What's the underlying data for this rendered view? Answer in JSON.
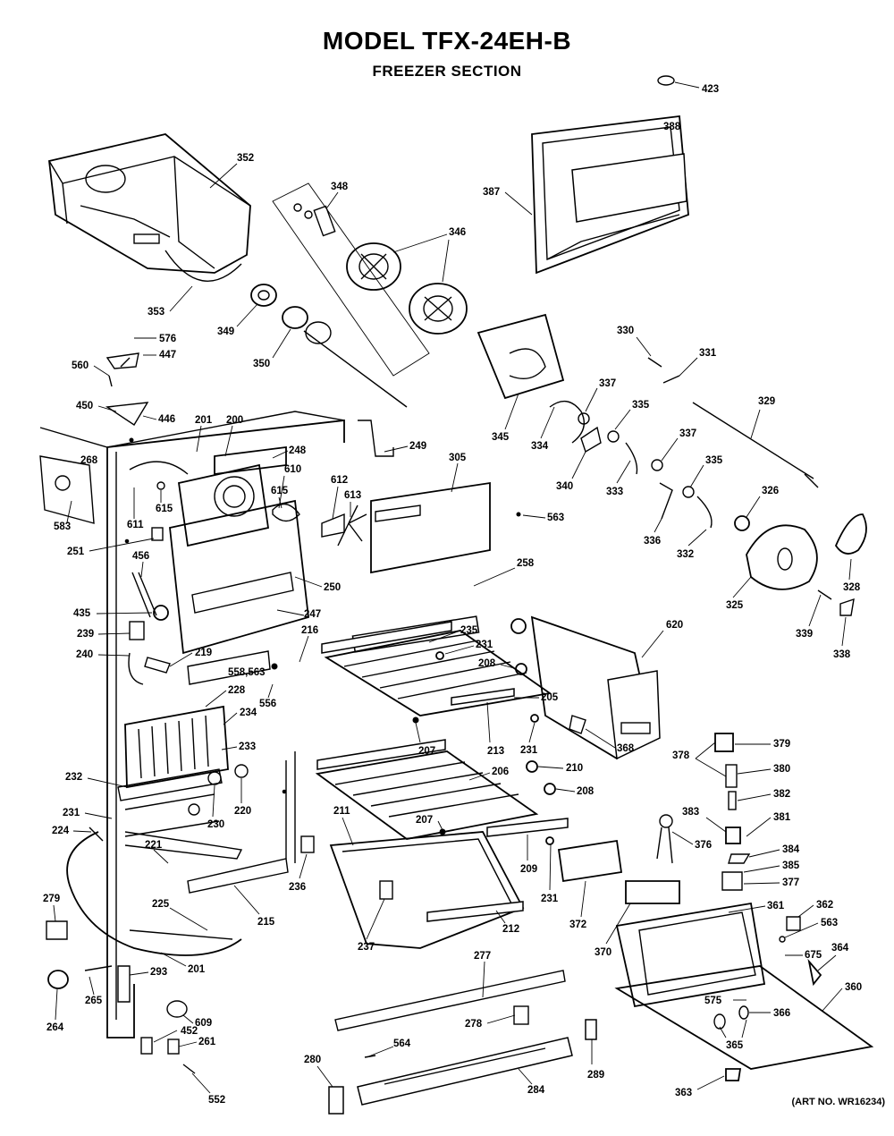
{
  "title": "MODEL TFX-24EH-B",
  "subtitle": "FREEZER SECTION",
  "art_no": "(ART NO. WR16234)",
  "callouts": [
    {
      "label": "423"
    },
    {
      "label": "388"
    },
    {
      "label": "387"
    },
    {
      "label": "352"
    },
    {
      "label": "348"
    },
    {
      "label": "346"
    },
    {
      "label": "353"
    },
    {
      "label": "349"
    },
    {
      "label": "350"
    },
    {
      "label": "576"
    },
    {
      "label": "447"
    },
    {
      "label": "560"
    },
    {
      "label": "450"
    },
    {
      "label": "446"
    },
    {
      "label": "201"
    },
    {
      "label": "200"
    },
    {
      "label": "248"
    },
    {
      "label": "249"
    },
    {
      "label": "268"
    },
    {
      "label": "583"
    },
    {
      "label": "611"
    },
    {
      "label": "615"
    },
    {
      "label": "610"
    },
    {
      "label": "615"
    },
    {
      "label": "612"
    },
    {
      "label": "613"
    },
    {
      "label": "251"
    },
    {
      "label": "456"
    },
    {
      "label": "250"
    },
    {
      "label": "435"
    },
    {
      "label": "247"
    },
    {
      "label": "239"
    },
    {
      "label": "219"
    },
    {
      "label": "216"
    },
    {
      "label": "240"
    },
    {
      "label": "558,563"
    },
    {
      "label": "228"
    },
    {
      "label": "556"
    },
    {
      "label": "234"
    },
    {
      "label": "233"
    },
    {
      "label": "232"
    },
    {
      "label": "220"
    },
    {
      "label": "230"
    },
    {
      "label": "231"
    },
    {
      "label": "224"
    },
    {
      "label": "221"
    },
    {
      "label": "236"
    },
    {
      "label": "279"
    },
    {
      "label": "225"
    },
    {
      "label": "215"
    },
    {
      "label": "201"
    },
    {
      "label": "293"
    },
    {
      "label": "265"
    },
    {
      "label": "264"
    },
    {
      "label": "609"
    },
    {
      "label": "452"
    },
    {
      "label": "261"
    },
    {
      "label": "552"
    },
    {
      "label": "305"
    },
    {
      "label": "563"
    },
    {
      "label": "258"
    },
    {
      "label": "235"
    },
    {
      "label": "231"
    },
    {
      "label": "208"
    },
    {
      "label": "205"
    },
    {
      "label": "207"
    },
    {
      "label": "213"
    },
    {
      "label": "231"
    },
    {
      "label": "210"
    },
    {
      "label": "208"
    },
    {
      "label": "206"
    },
    {
      "label": "211"
    },
    {
      "label": "207"
    },
    {
      "label": "209"
    },
    {
      "label": "231"
    },
    {
      "label": "237"
    },
    {
      "label": "212"
    },
    {
      "label": "277"
    },
    {
      "label": "278"
    },
    {
      "label": "564"
    },
    {
      "label": "280"
    },
    {
      "label": "284"
    },
    {
      "label": "289"
    },
    {
      "label": "330"
    },
    {
      "label": "331"
    },
    {
      "label": "329"
    },
    {
      "label": "337"
    },
    {
      "label": "335"
    },
    {
      "label": "345"
    },
    {
      "label": "334"
    },
    {
      "label": "337"
    },
    {
      "label": "340"
    },
    {
      "label": "333"
    },
    {
      "label": "335"
    },
    {
      "label": "326"
    },
    {
      "label": "336"
    },
    {
      "label": "332"
    },
    {
      "label": "328"
    },
    {
      "label": "325"
    },
    {
      "label": "339"
    },
    {
      "label": "338"
    },
    {
      "label": "620"
    },
    {
      "label": "368"
    },
    {
      "label": "378"
    },
    {
      "label": "379"
    },
    {
      "label": "380"
    },
    {
      "label": "382"
    },
    {
      "label": "383"
    },
    {
      "label": "381"
    },
    {
      "label": "376"
    },
    {
      "label": "384"
    },
    {
      "label": "385"
    },
    {
      "label": "377"
    },
    {
      "label": "372"
    },
    {
      "label": "361"
    },
    {
      "label": "370"
    },
    {
      "label": "362"
    },
    {
      "label": "563"
    },
    {
      "label": "675"
    },
    {
      "label": "364"
    },
    {
      "label": "575"
    },
    {
      "label": "366"
    },
    {
      "label": "360"
    },
    {
      "label": "365"
    },
    {
      "label": "363"
    }
  ]
}
